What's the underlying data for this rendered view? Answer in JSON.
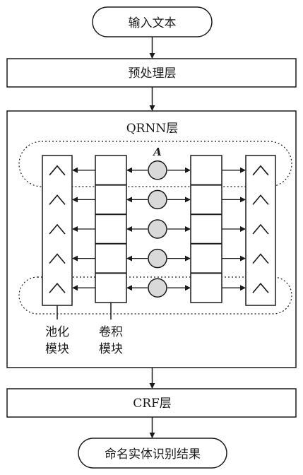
{
  "flow": {
    "input_label": "输入文本",
    "preprocess_label": "预处理层",
    "qrnn_label": "QRNN层",
    "crf_label": "CRF层",
    "output_label": "命名实体识别结果"
  },
  "qrnn": {
    "node_label": "A",
    "rows": 5,
    "pool_symbol": "^",
    "pooling_label_line1": "池化",
    "pooling_label_line2": "模块",
    "conv_label_line1": "卷积",
    "conv_label_line2": "模块"
  },
  "colors": {
    "stroke": "#1a1a1a",
    "node_fill": "#d9d9d9",
    "background": "#ffffff"
  }
}
